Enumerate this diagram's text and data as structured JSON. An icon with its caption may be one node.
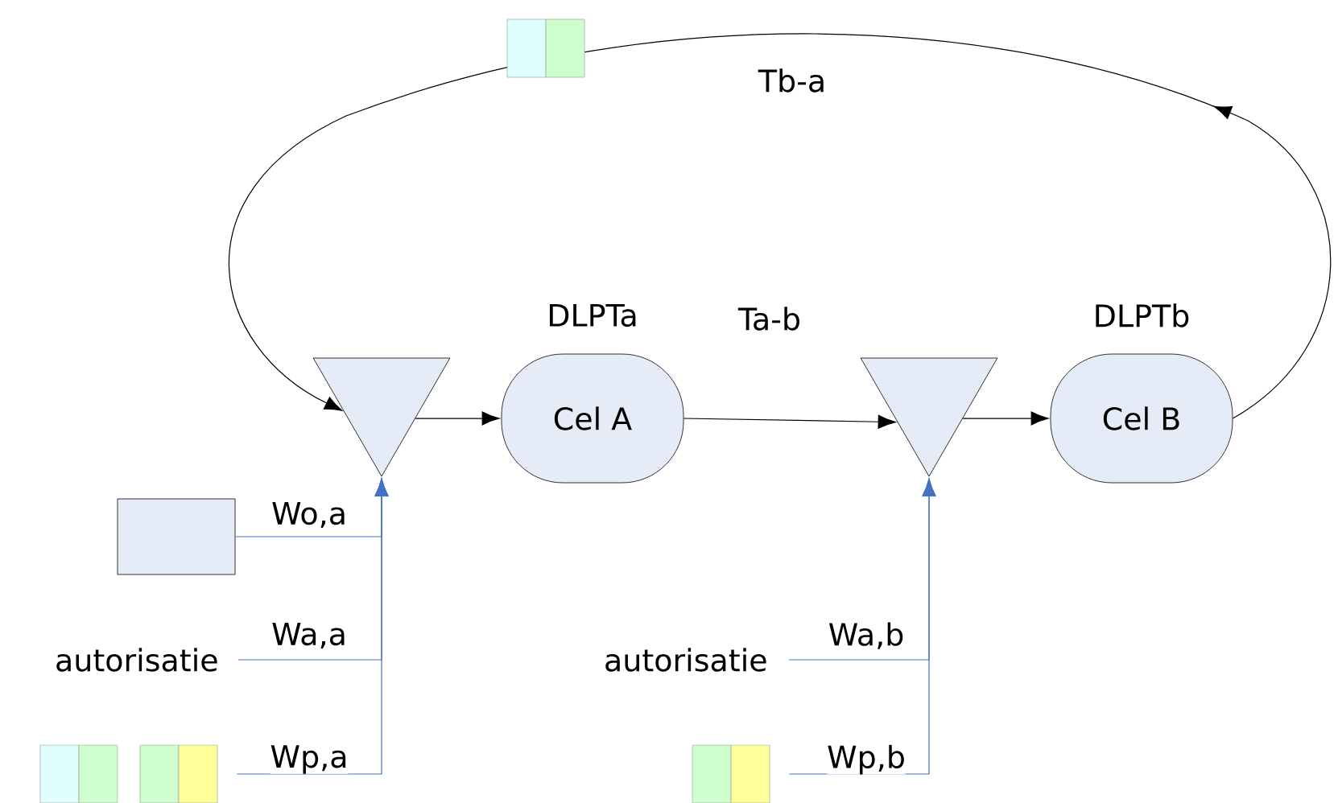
{
  "diagram": {
    "nodes": [
      {
        "text": [],
        "shape": "triangle"
      },
      {
        "text": [
          "Cel A"
        ],
        "beside": [
          "DLPTa"
        ]
      },
      {
        "text": [],
        "shape": "triangle"
      },
      {
        "text": [
          "Cel B"
        ],
        "beside": [
          "DLPTb"
        ]
      },
      {
        "text": [],
        "shape": "box"
      },
      {
        "text": [
          "autorisatie"
        ]
      },
      {
        "text": [],
        "shape": "box"
      },
      {
        "text": [],
        "shape": "box"
      },
      {
        "text": [
          "autorisatie"
        ]
      },
      {
        "text": [],
        "shape": "box"
      }
    ],
    "edges": [
      {
        "from": 0,
        "to": 1,
        "arrow": "to",
        "color": "#000000"
      },
      {
        "from": 1,
        "to": 2,
        "arrow": "to",
        "label": "Ta-b",
        "color": "#000000"
      },
      {
        "from": 2,
        "to": 3,
        "arrow": "to",
        "color": "#000000"
      },
      {
        "from": 3,
        "to": 0,
        "arrow": "to",
        "label": "Tb-a",
        "color": "#000000"
      },
      {
        "from": 4,
        "to": 0,
        "arrow": "to",
        "label": "Wo,a"
      },
      {
        "from": 5,
        "to": 0,
        "arrow": "to",
        "label": "Wa,a"
      },
      {
        "from": 7,
        "to": 0,
        "arrow": "to",
        "label": "Wp,a"
      },
      {
        "from": 8,
        "to": 2,
        "arrow": "to",
        "label": "Wa,b"
      },
      {
        "from": 9,
        "to": 2,
        "arrow": "to",
        "label": "Wp,b"
      }
    ]
  }
}
